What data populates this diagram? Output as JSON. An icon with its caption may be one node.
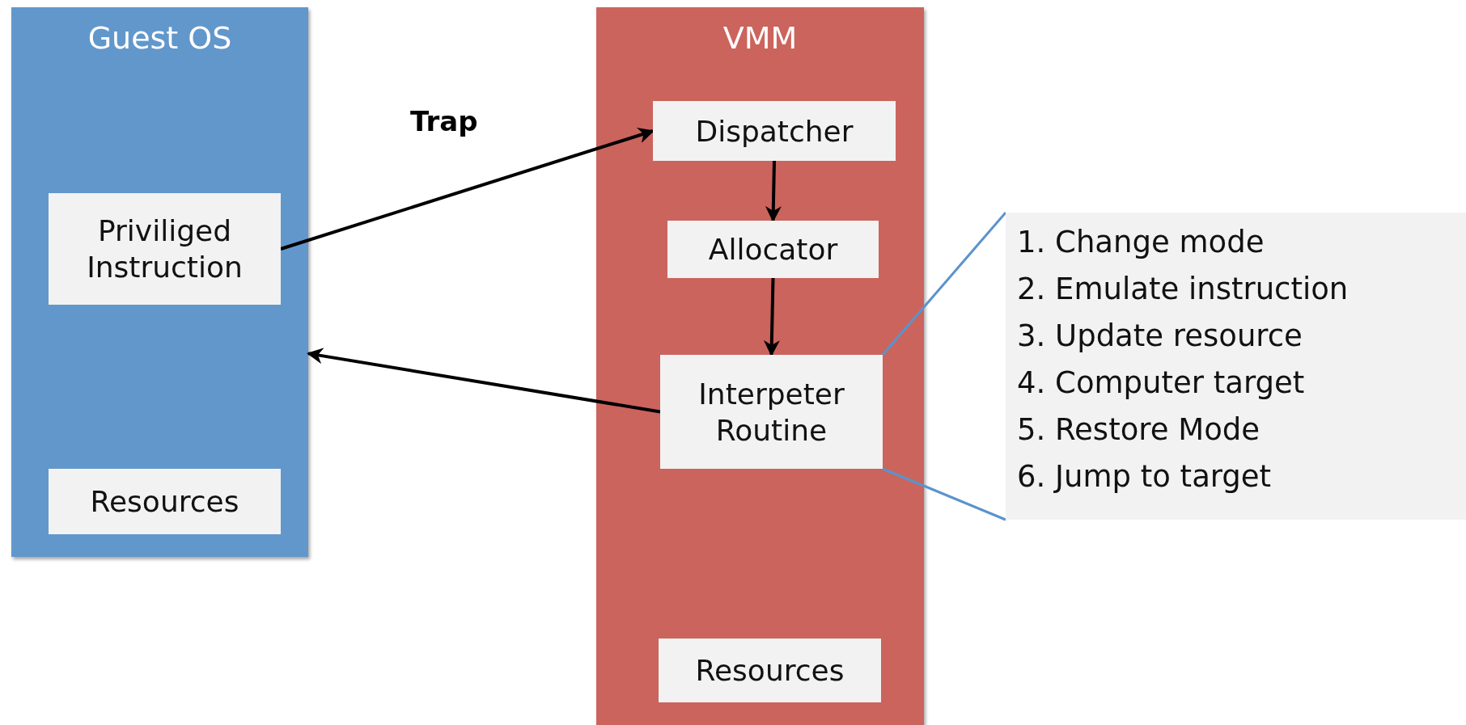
{
  "diagram": {
    "nodes": [
      {
        "text": [
          "Guest OS"
        ]
      },
      {
        "text": [
          "VMM"
        ]
      },
      {
        "text": [
          "Priviliged Instruction"
        ],
        "in": 0
      },
      {
        "text": [
          "Resources"
        ],
        "in": 0
      },
      {
        "text": [
          "Dispatcher"
        ],
        "in": 1
      },
      {
        "text": [
          "Allocator"
        ],
        "in": 1
      },
      {
        "text": [
          "Interpeter Routine"
        ],
        "in": 1
      },
      {
        "text": [
          "Resources"
        ],
        "in": 1
      },
      {
        "text": [
          "1. Change mode",
          "2. Emulate instruction",
          "3. Update resource",
          "4. Computer target",
          "5. Restore Mode",
          "6. Jump to target"
        ]
      }
    ],
    "edges": [
      {
        "from": 2,
        "to": 4,
        "arrow": "to",
        "label": "Trap"
      },
      {
        "from": 4,
        "to": 5,
        "arrow": "to"
      },
      {
        "from": 5,
        "to": 6,
        "arrow": "to"
      },
      {
        "from": 6,
        "to": 0,
        "arrow": "to"
      },
      {
        "from": 6,
        "to": 8,
        "arrow": "none",
        "color": "#5b93cc"
      },
      {
        "from": 6,
        "to": 8,
        "arrow": "none",
        "color": "#5b93cc"
      }
    ]
  }
}
